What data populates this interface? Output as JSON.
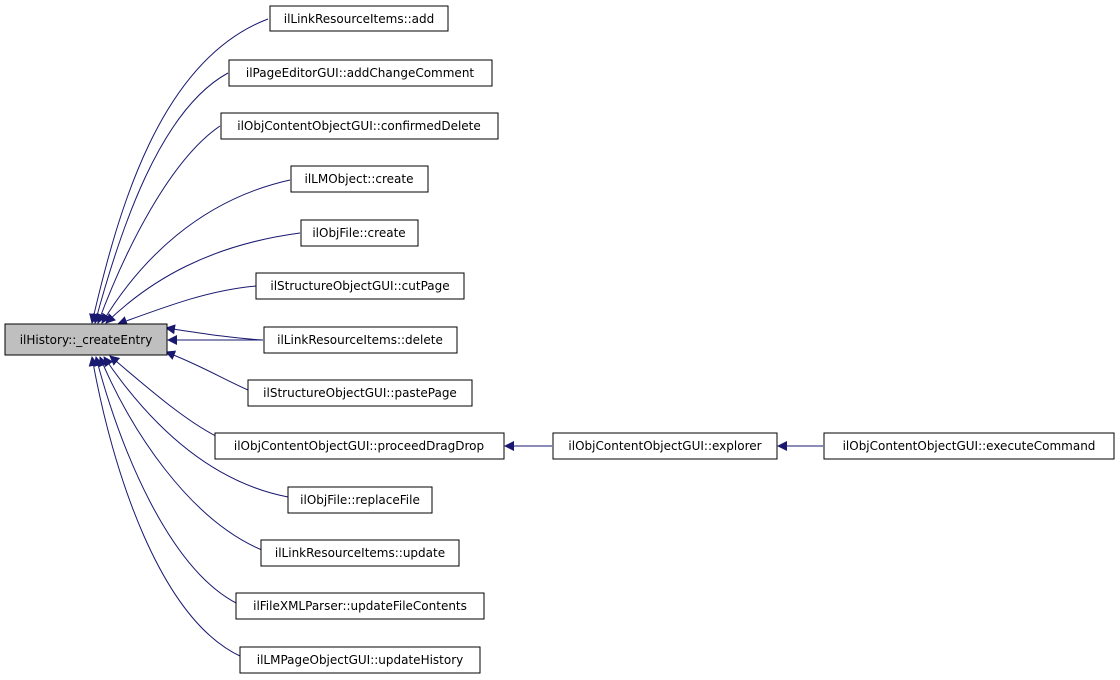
{
  "diagram": {
    "root": {
      "label": "ilHistory::_createEntry"
    },
    "callers": [
      {
        "label": "ilLinkResourceItems::add"
      },
      {
        "label": "ilPageEditorGUI::addChangeComment"
      },
      {
        "label": "ilObjContentObjectGUI::confirmedDelete"
      },
      {
        "label": "ilLMObject::create"
      },
      {
        "label": "ilObjFile::create"
      },
      {
        "label": "ilStructureObjectGUI::cutPage"
      },
      {
        "label": "ilLinkResourceItems::delete"
      },
      {
        "label": "ilStructureObjectGUI::pastePage"
      },
      {
        "label": "ilObjContentObjectGUI::proceedDragDrop"
      },
      {
        "label": "ilObjFile::replaceFile"
      },
      {
        "label": "ilLinkResourceItems::update"
      },
      {
        "label": "ilFileXMLParser::updateFileContents"
      },
      {
        "label": "ilLMPageObjectGUI::updateHistory"
      }
    ],
    "chain": [
      {
        "label": "ilObjContentObjectGUI::explorer"
      },
      {
        "label": "ilObjContentObjectGUI::executeCommand"
      }
    ],
    "colors": {
      "edge": "#191970",
      "root_fill": "#bfbfbf",
      "node_fill": "#ffffff",
      "node_border": "#000000"
    }
  }
}
